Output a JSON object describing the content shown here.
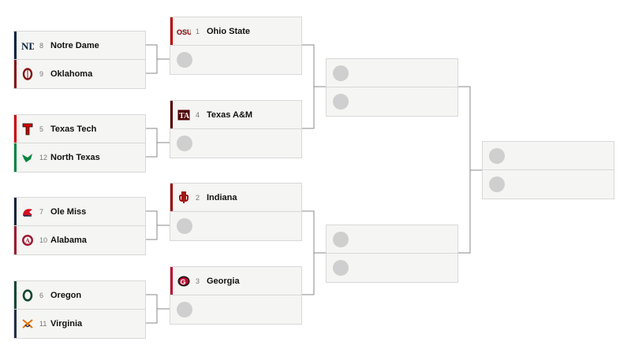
{
  "colors": {
    "line": "#8a8a8a",
    "placeholder": "#cfcfcf",
    "notre_dame": "#0c2340",
    "oklahoma": "#841617",
    "texas_tech": "#cc0000",
    "north_texas": "#00853e",
    "ole_miss": "#14213d",
    "alabama": "#9e1b32",
    "oregon": "#154733",
    "virginia": "#232d4b",
    "ohio_state": "#bb0000",
    "texas_am": "#500000",
    "indiana": "#990000",
    "georgia": "#ba0c2f"
  },
  "first_round": [
    {
      "top": {
        "seed": "8",
        "name": "Notre Dame",
        "icon": "notre-dame-logo-icon"
      },
      "bottom": {
        "seed": "9",
        "name": "Oklahoma",
        "icon": "oklahoma-logo-icon"
      }
    },
    {
      "top": {
        "seed": "5",
        "name": "Texas Tech",
        "icon": "texas-tech-logo-icon"
      },
      "bottom": {
        "seed": "12",
        "name": "North Texas",
        "icon": "north-texas-logo-icon"
      }
    },
    {
      "top": {
        "seed": "7",
        "name": "Ole Miss",
        "icon": "ole-miss-logo-icon"
      },
      "bottom": {
        "seed": "10",
        "name": "Alabama",
        "icon": "alabama-logo-icon"
      }
    },
    {
      "top": {
        "seed": "6",
        "name": "Oregon",
        "icon": "oregon-logo-icon"
      },
      "bottom": {
        "seed": "11",
        "name": "Virginia",
        "icon": "virginia-logo-icon"
      }
    }
  ],
  "quarterfinals": [
    {
      "top": {
        "seed": "1",
        "name": "Ohio State",
        "icon": "ohio-state-logo-icon"
      },
      "bottom": "TBD"
    },
    {
      "top": {
        "seed": "4",
        "name": "Texas A&M",
        "icon": "texas-am-logo-icon"
      },
      "bottom": "TBD"
    },
    {
      "top": {
        "seed": "2",
        "name": "Indiana",
        "icon": "indiana-logo-icon"
      },
      "bottom": "TBD"
    },
    {
      "top": {
        "seed": "3",
        "name": "Georgia",
        "icon": "georgia-logo-icon"
      },
      "bottom": "TBD"
    }
  ]
}
